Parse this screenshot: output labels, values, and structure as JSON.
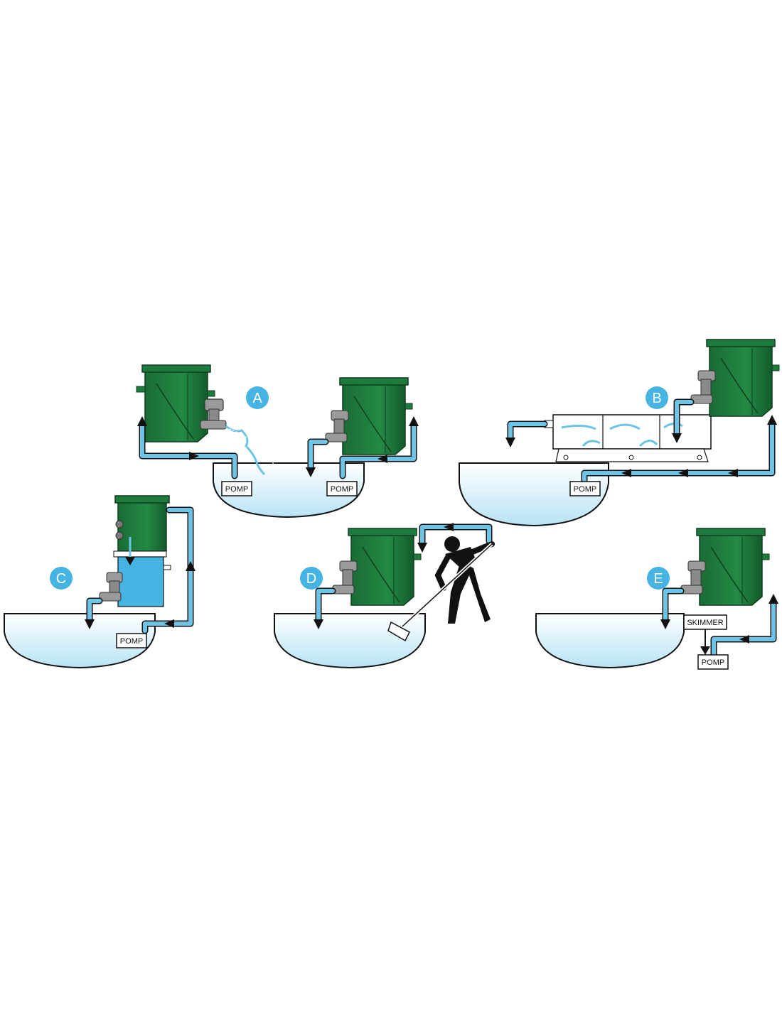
{
  "colors": {
    "filter_green": "#1f7a3d",
    "filter_dark": "#0f4f24",
    "water_top": "#ffffff",
    "water_bottom": "#b8e3f5",
    "pipe_blue": "#6cc4e6",
    "badge_blue": "#45b4e3",
    "pipe_grey": "#8a8a8a",
    "outline": "#111111"
  },
  "diagrams": {
    "a": {
      "badge": "A",
      "pump_left": "POMP",
      "pump_right": "POMP"
    },
    "b": {
      "badge": "B",
      "pump": "POMP"
    },
    "c": {
      "badge": "C",
      "pump": "POMP"
    },
    "d": {
      "badge": "D"
    },
    "e": {
      "badge": "E",
      "skimmer": "SKIMMER",
      "pump": "POMP"
    }
  }
}
